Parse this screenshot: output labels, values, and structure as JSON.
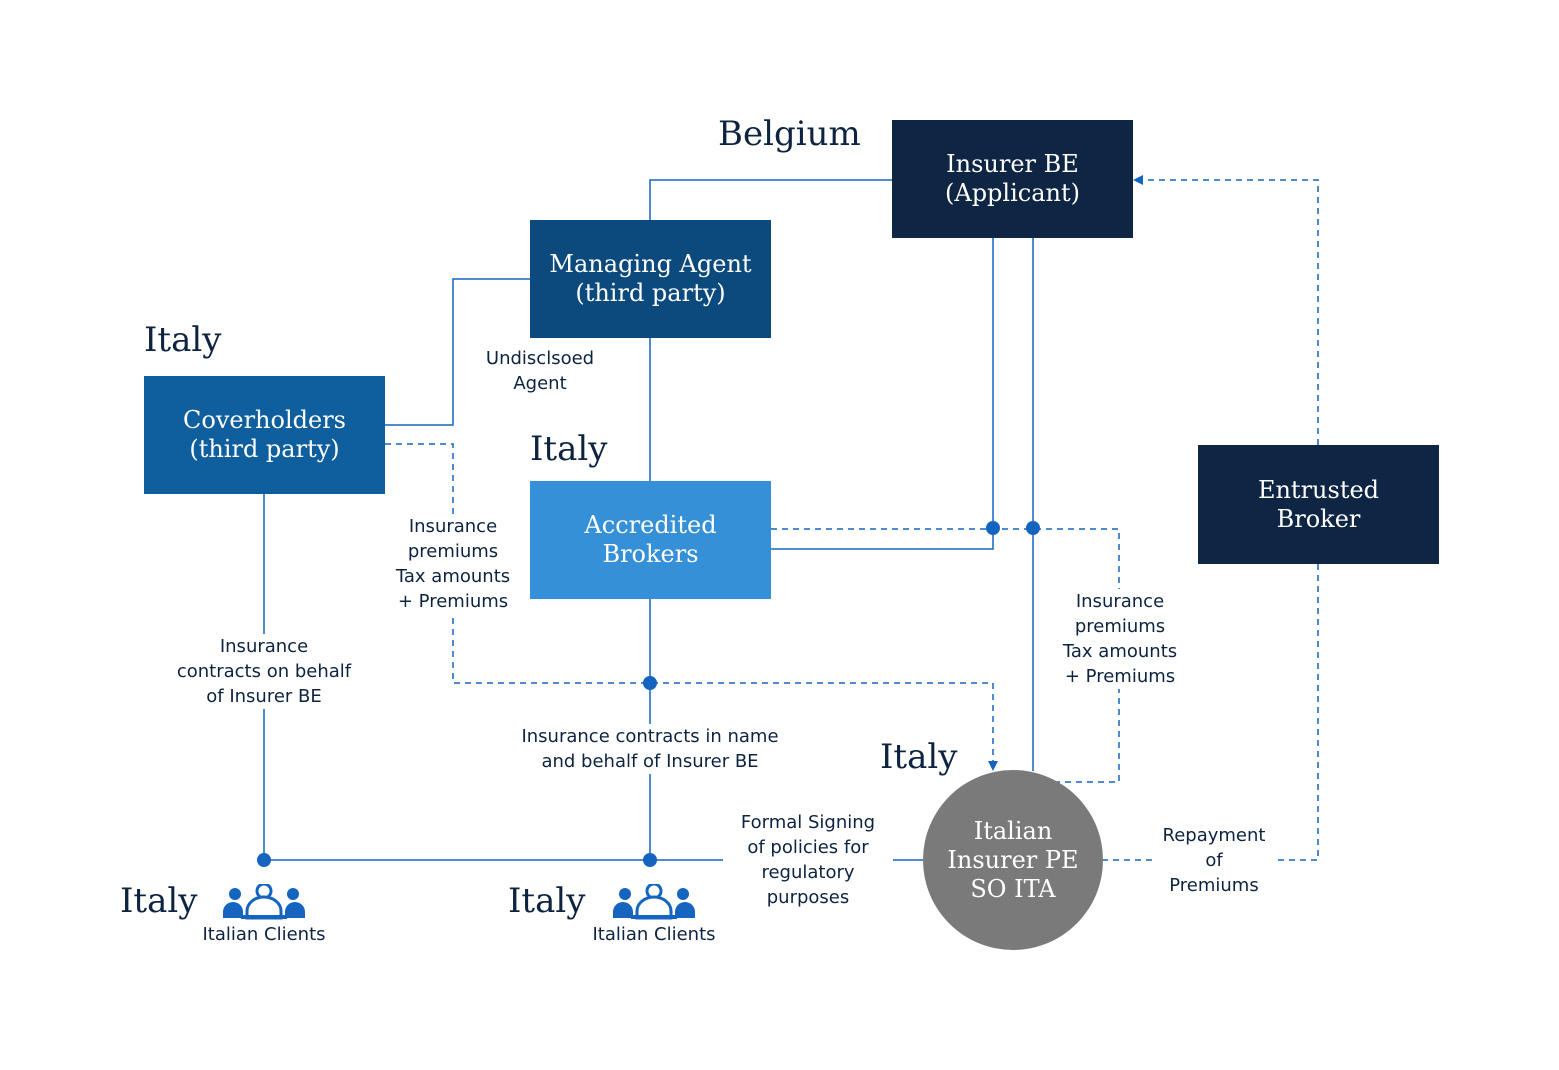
{
  "colors": {
    "navy": "#0f2544",
    "medium_blue": "#0c4a7e",
    "blue": "#0f5f9f",
    "light_blue": "#3590d8",
    "gray": "#7a7a7a",
    "connector": "#1565c0",
    "text": "#0d2340"
  },
  "regions": {
    "belgium": "Belgium",
    "italy_coverholders": "Italy",
    "italy_brokers": "Italy",
    "italy_insurer": "Italy",
    "italy_clients_left": "Italy",
    "italy_clients_mid": "Italy"
  },
  "nodes": {
    "insurer_be": {
      "line1": "Insurer BE",
      "line2": "(Applicant)"
    },
    "managing_agent": {
      "line1": "Managing Agent",
      "line2": "(third party)"
    },
    "coverholders": {
      "line1": "Coverholders",
      "line2": "(third party)"
    },
    "accredited_brokers": {
      "line1": "Accredited",
      "line2": "Brokers"
    },
    "entrusted_broker": {
      "line1": "Entrusted",
      "line2": "Broker"
    },
    "italian_insurer": {
      "line1": "Italian",
      "line2": "Insurer PE",
      "line3": "SO ITA"
    }
  },
  "labels": {
    "undisclosed_agent": {
      "line1": "Undisclsoed",
      "line2": "Agent"
    },
    "premiums_left": {
      "line1": "Insurance",
      "line2": "premiums",
      "line3": "Tax amounts",
      "line4": "+ Premiums"
    },
    "premiums_right": {
      "line1": "Insurance",
      "line2": "premiums",
      "line3": "Tax amounts",
      "line4": "+ Premiums"
    },
    "contracts_behalf": {
      "line1": "Insurance",
      "line2": "contracts on behalf",
      "line3": "of Insurer BE"
    },
    "contracts_name": {
      "line1": "Insurance contracts in name",
      "line2": "and behalf of Insurer BE"
    },
    "formal_signing": {
      "line1": "Formal Signing",
      "line2": "of policies for",
      "line3": "regulatory",
      "line4": "purposes"
    },
    "repayment": {
      "line1": "Repayment",
      "line2": "of",
      "line3": "Premiums"
    }
  },
  "clients": {
    "left": {
      "caption": "Italian Clients",
      "icon": "people-group-icon"
    },
    "mid": {
      "caption": "Italian Clients",
      "icon": "people-group-icon"
    }
  }
}
